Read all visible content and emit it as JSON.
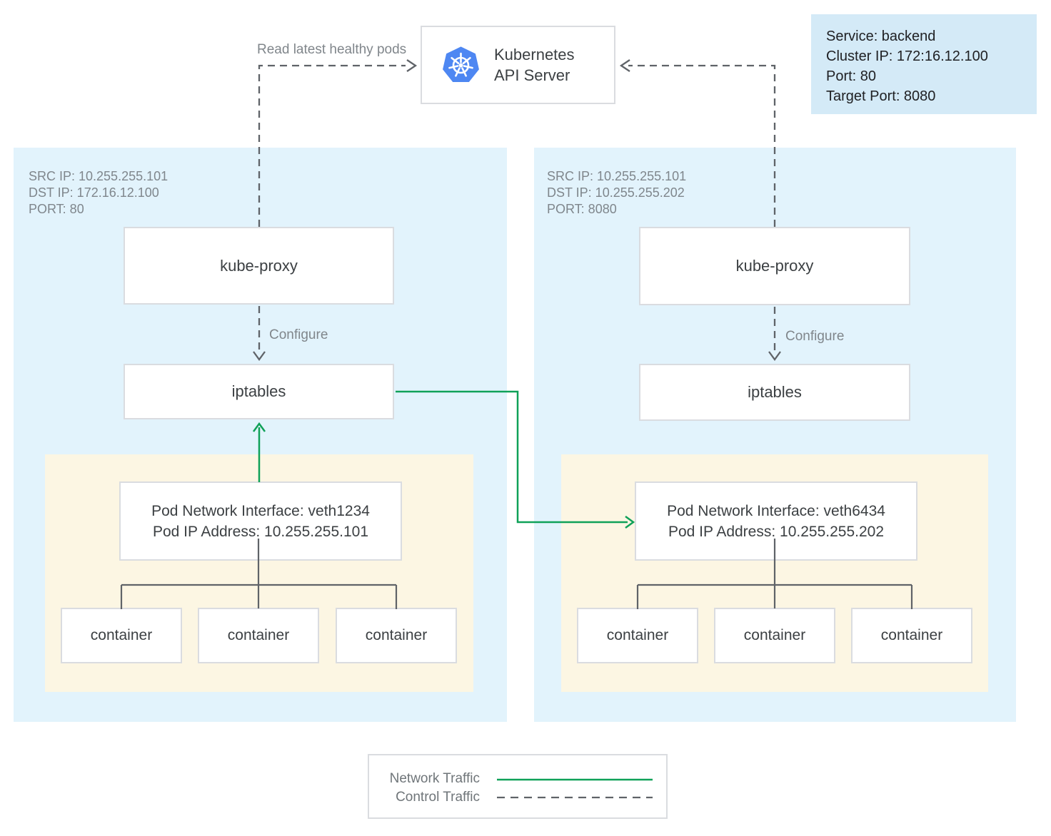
{
  "api_server": {
    "line1": "Kubernetes",
    "line2": "API Server"
  },
  "service_card": {
    "line1": "Service: backend",
    "line2": "Cluster IP: 172:16.12.100",
    "line3": "Port: 80",
    "line4": "Target Port: 8080"
  },
  "labels": {
    "read_healthy": "Read latest healthy pods",
    "configure": "Configure"
  },
  "node_left": {
    "meta1": "SRC IP: 10.255.255.101",
    "meta2": "DST IP: 172.16.12.100",
    "meta3": "PORT: 80",
    "kube_proxy": "kube-proxy",
    "iptables": "iptables",
    "pod_interface": "Pod Network Interface: veth1234",
    "pod_ip": "Pod IP Address: 10.255.255.101",
    "containers": [
      "container",
      "container",
      "container"
    ]
  },
  "node_right": {
    "meta1": "SRC IP: 10.255.255.101",
    "meta2": "DST IP: 10.255.255.202",
    "meta3": "PORT: 8080",
    "kube_proxy": "kube-proxy",
    "iptables": "iptables",
    "pod_interface": "Pod Network Interface: veth6434",
    "pod_ip": "Pod IP Address: 10.255.255.202",
    "containers": [
      "container",
      "container",
      "container"
    ]
  },
  "legend": {
    "network": "Network Traffic",
    "control": "Control Traffic"
  },
  "colors": {
    "network_traffic_green": "#0fa158",
    "control_traffic_gray": "#5f6368",
    "node_panel_blue": "#e2f3fc",
    "pod_panel_yellow": "#fcf6e3",
    "service_card_blue": "#d4eaf7",
    "k8s_logo_blue": "#4e87f2",
    "box_border_gray": "#dadce0"
  }
}
